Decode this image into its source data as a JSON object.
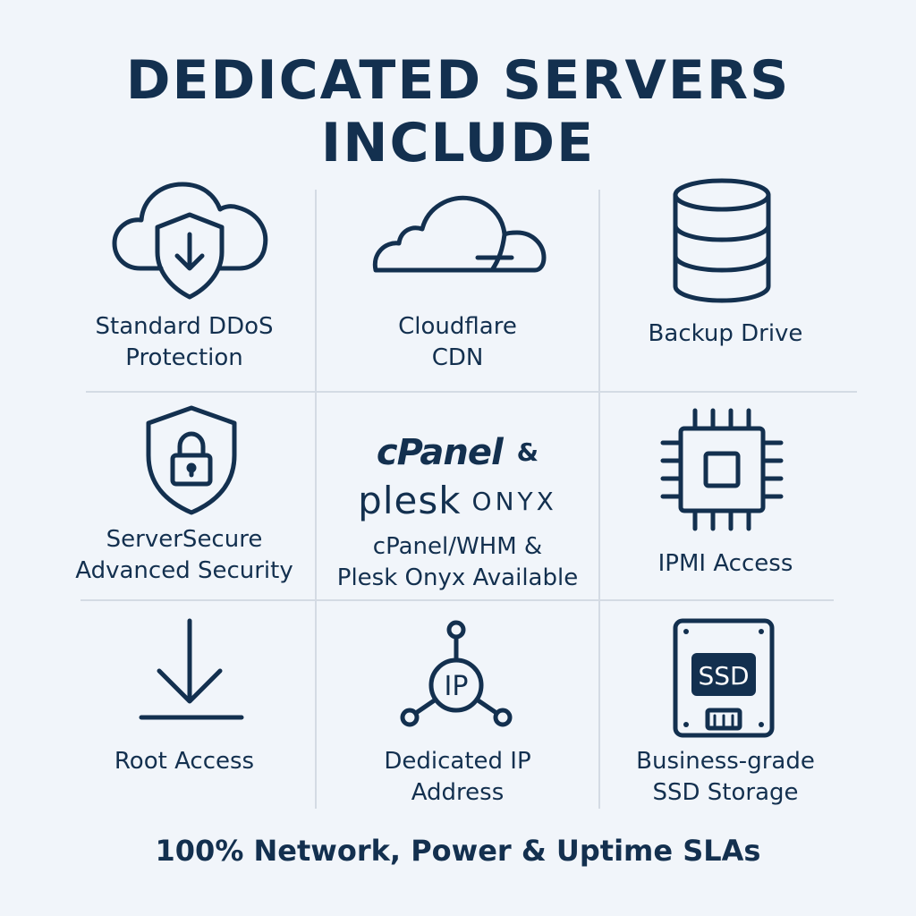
{
  "header": {
    "title_line1": "DEDICATED SERVERS",
    "title_line2": "INCLUDE"
  },
  "features": [
    {
      "icon": "cloud-shield-icon",
      "label_line1": "Standard DDoS",
      "label_line2": "Protection"
    },
    {
      "icon": "cloud-icon",
      "label_line1": "Cloudflare",
      "label_line2": "CDN"
    },
    {
      "icon": "database-icon",
      "label_line1": "Backup Drive",
      "label_line2": ""
    },
    {
      "icon": "shield-lock-icon",
      "label_line1": "ServerSecure",
      "label_line2": "Advanced Security"
    },
    {
      "icon": "cpanel-plesk-logo",
      "logo_cpanel": "cPanel",
      "logo_amp": "&",
      "logo_plesk": "plesk",
      "logo_onyx": "ONYX",
      "label_line1": "cPanel/WHM &",
      "label_line2": "Plesk Onyx Available"
    },
    {
      "icon": "chip-icon",
      "label_line1": "IPMI Access",
      "label_line2": ""
    },
    {
      "icon": "download-icon",
      "label_line1": "Root Access",
      "label_line2": ""
    },
    {
      "icon": "ip-network-icon",
      "icon_text": "IP",
      "label_line1": "Dedicated IP",
      "label_line2": "Address"
    },
    {
      "icon": "ssd-icon",
      "icon_text": "SSD",
      "label_line1": "Business-grade",
      "label_line2": "SSD Storage"
    }
  ],
  "footer": {
    "text": "100% Network, Power & Uptime SLAs"
  },
  "colors": {
    "background": "#f1f5fa",
    "ink": "#13304f",
    "divider": "#d4dbe4"
  }
}
